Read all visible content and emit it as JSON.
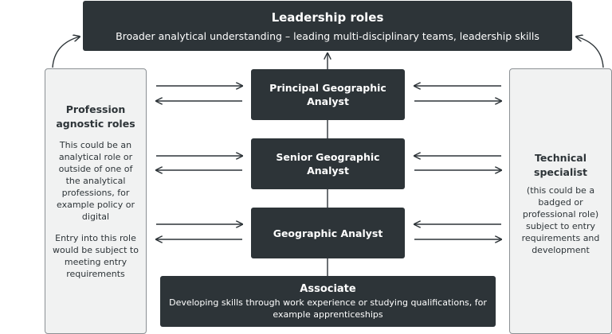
{
  "leadership": {
    "title": "Leadership roles",
    "subtitle": "Broader analytical understanding – leading multi-disciplinary teams, leadership skills"
  },
  "roles": {
    "principal": "Principal Geographic Analyst",
    "senior": "Senior Geographic Analyst",
    "geographic": "Geographic Analyst"
  },
  "associate": {
    "title": "Associate",
    "subtitle": "Developing skills through work experience or studying qualifications, for example apprenticeships"
  },
  "left_box": {
    "title": "Profession agnostic roles",
    "paragraph1": "This could be an analytical role or outside of one of the analytical professions, for example policy or digital",
    "paragraph2": "Entry into this role would be subject to meeting entry requirements"
  },
  "right_box": {
    "title": "Technical specialist",
    "paragraph": "(this could be a badged or professional role) subject to entry requirements and development"
  },
  "colors": {
    "dark_box": "#2d3438",
    "light_box": "#f1f2f2",
    "border": "#8b9094",
    "arrow": "#2d3438"
  }
}
